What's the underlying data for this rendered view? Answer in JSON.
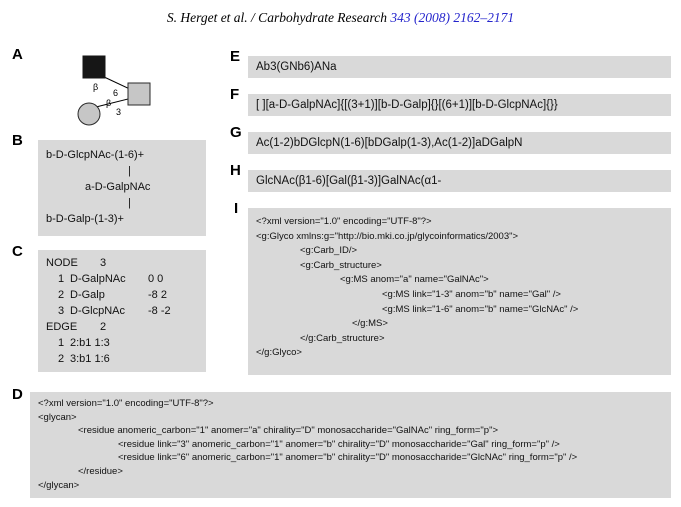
{
  "colors": {
    "box_gray": "#d9d9d9",
    "citation_link_blue": "#2424cc",
    "symbol_black_fill": "#161616",
    "symbol_gray_fill": "#c6c6c6",
    "symbol_stroke": "#2a2a2a"
  },
  "header": {
    "authors": "S. Herget et al. / Carbohydrate Research ",
    "citation": "343 (2008) 2162–2171"
  },
  "panels": {
    "A": {
      "label": "A",
      "edge_labels": {
        "top_anomer": "β",
        "top_position": "6",
        "bottom_anomer": "β",
        "bottom_position": "3"
      }
    },
    "B": {
      "label": "B",
      "lines": [
        "b-D-GlcpNAc-(1-6)+",
        "|",
        "a-D-GalpNAc",
        "|",
        "b-D-Galp-(1-3)+"
      ]
    },
    "C": {
      "label": "C",
      "node_keyword": "NODE",
      "node_count": "3",
      "nodes": [
        {
          "idx": "1",
          "name": "D-GalpNAc",
          "coords": "0 0"
        },
        {
          "idx": "2",
          "name": "D-Galp",
          "coords": "-8 2"
        },
        {
          "idx": "3",
          "name": "D-GlcpNAc",
          "coords": "-8 -2"
        }
      ],
      "edge_keyword": "EDGE",
      "edge_count": "2",
      "edges": [
        {
          "idx": "1",
          "def": "2:b1 1:3"
        },
        {
          "idx": "2",
          "def": "3:b1 1:6"
        }
      ]
    },
    "D": {
      "label": "D",
      "lines": [
        "<?xml version=\"1.0\" encoding=\"UTF-8\"?>",
        "<glycan>",
        "<residue anomeric_carbon=\"1\" anomer=\"a\" chirality=\"D\" monosaccharide=\"GalNAc\" ring_form=\"p\">",
        "<residue link=\"3\" anomeric_carbon=\"1\" anomer=\"b\" chirality=\"D\" monosaccharide=\"Gal\" ring_form=\"p\" />",
        "<residue link=\"6\" anomeric_carbon=\"1\" anomer=\"b\" chirality=\"D\" monosaccharide=\"GlcNAc\" ring_form=\"p\" />",
        "</residue>",
        "</glycan>"
      ]
    },
    "E": {
      "label": "E",
      "text": "Ab3(GNb6)ANa"
    },
    "F": {
      "label": "F",
      "text": "[ ][a-D-GalpNAc]{[(3+1)][b-D-Galp]{}[(6+1)][b-D-GlcpNAc]{}}"
    },
    "G": {
      "label": "G",
      "text": "Ac(1-2)bDGlcpN(1-6)[bDGalp(1-3),Ac(1-2)]aDGalpN"
    },
    "H": {
      "label": "H",
      "text": "GlcNAc(β1-6)[Gal(β1-3)]GalNAc(α1-"
    },
    "I": {
      "label": "I",
      "lines": [
        "<?xml version=\"1.0\" encoding=\"UTF-8\"?>",
        "<g:Glyco xmlns:g=\"http://bio.mki.co.jp/glycoinformatics/2003\">",
        "<g:Carb_ID/>",
        "<g:Carb_structure>",
        "<g:MS anom=\"a\" name=\"GalNAc\">",
        "<g:MS link=\"1-3\" anom=\"b\" name=\"Gal\" />",
        "<g:MS link=\"1-6\" anom=\"b\" name=\"GlcNAc\" />",
        "</g:MS>",
        "</g:Carb_structure>",
        "</g:Glyco>"
      ]
    }
  }
}
